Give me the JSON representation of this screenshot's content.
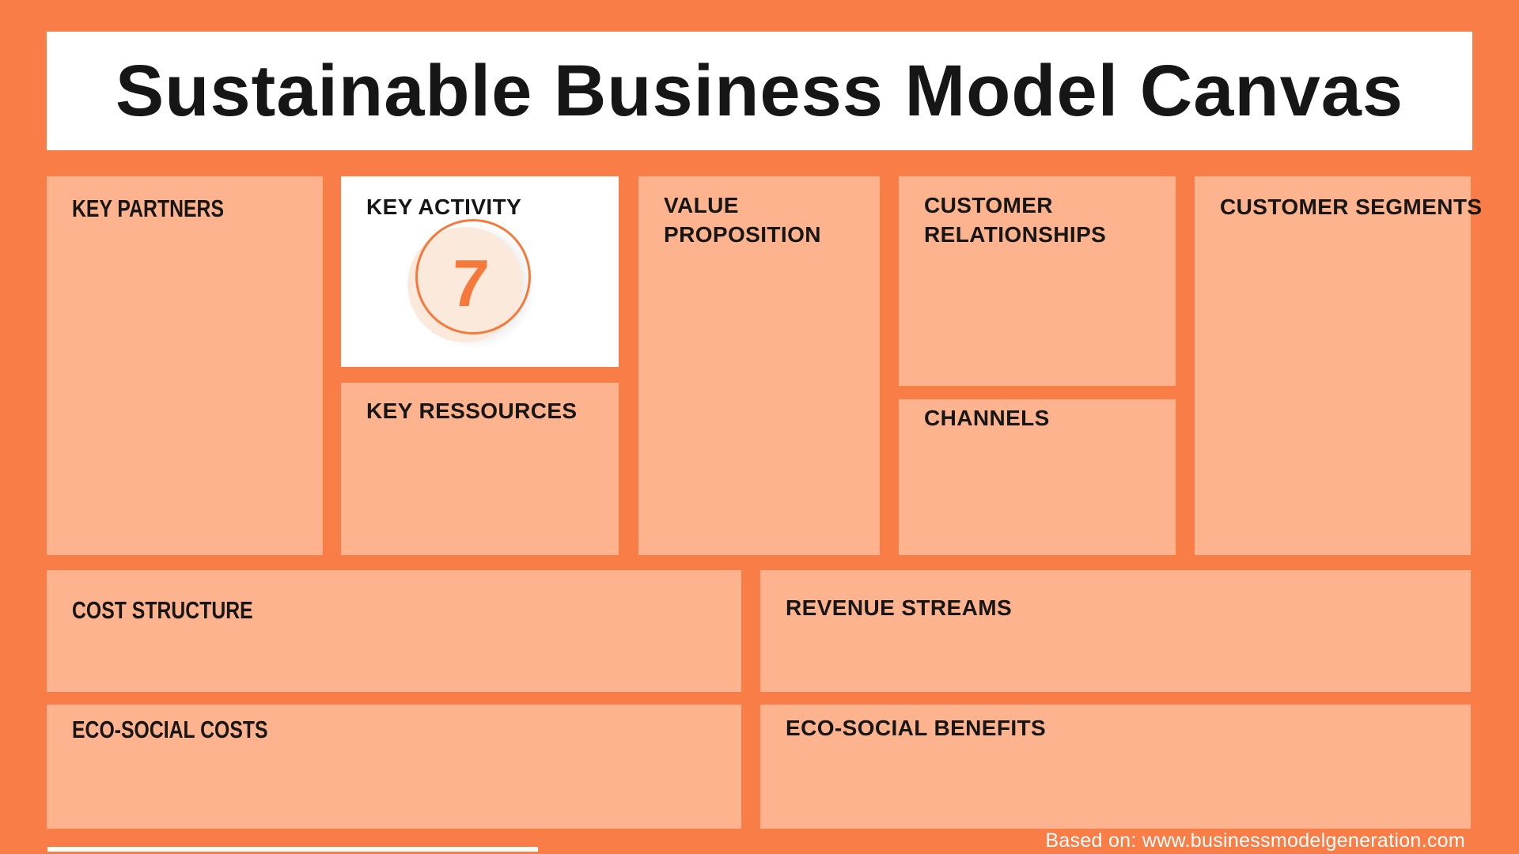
{
  "header": {
    "title": "Sustainable Business Model Canvas"
  },
  "footer": {
    "attribution": "Based on: www.businessmodelgeneration.com"
  },
  "colors": {
    "background_orange": "#F97D46",
    "box_peach": "#FDB38D",
    "box_white": "#FFFFFF",
    "accent_orange": "#F4793B",
    "circle_fill": "#FBE9DC",
    "label_black": "#161616",
    "footer_white": "#FFFFFF"
  },
  "boxes": {
    "key_partners": {
      "label": "KEY PARTNERS"
    },
    "key_activity": {
      "label": "KEY ACTIVITY",
      "badge": "7"
    },
    "key_ressources": {
      "label": "KEY RESSOURCES"
    },
    "value_proposition": {
      "label": "VALUE PROPOSITION"
    },
    "customer_relationships": {
      "label": "CUSTOMER RELATIONSHIPS"
    },
    "channels": {
      "label": "CHANNELS"
    },
    "customer_segments": {
      "label": "CUSTOMER SEGMENTS"
    },
    "cost_structure": {
      "label": "COST STRUCTURE"
    },
    "revenue_streams": {
      "label": "REVENUE STREAMS"
    },
    "eco_social_costs": {
      "label": "ECO-SOCIAL COSTS"
    },
    "eco_social_benefits": {
      "label": "ECO-SOCIAL BENEFITS"
    }
  }
}
